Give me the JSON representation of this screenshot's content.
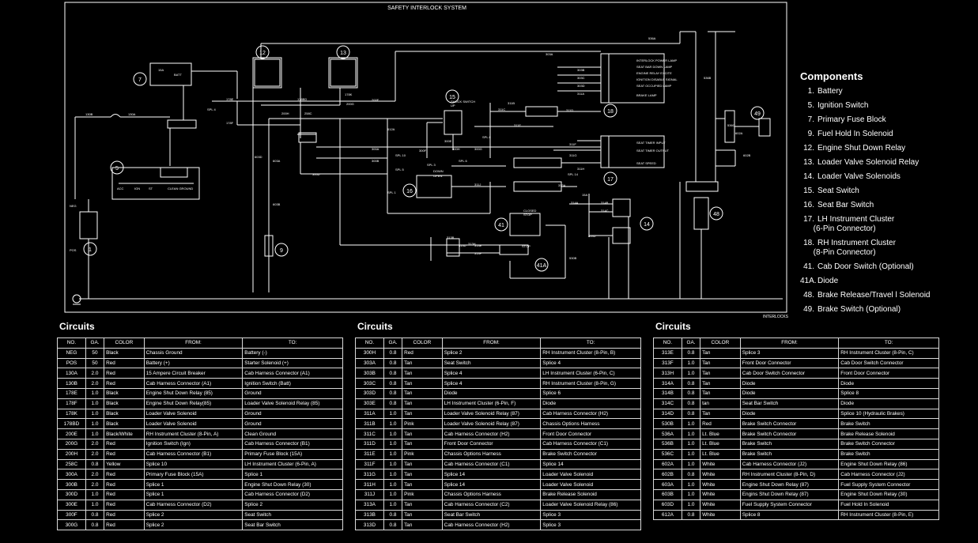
{
  "diagram": {
    "title": "SAFETY INTERLOCK SYSTEM",
    "corner_label": "INTERLOCKS",
    "callouts": [
      "1",
      "5",
      "7",
      "9",
      "12",
      "13",
      "14",
      "15",
      "16",
      "17",
      "18",
      "41",
      "41A",
      "48",
      "49"
    ],
    "wire_labels": [
      "NEG",
      "POS",
      "130A",
      "130B",
      "178E",
      "178F",
      "178K",
      "178BD",
      "200E",
      "200G",
      "200H",
      "258C",
      "300A",
      "300B",
      "300D",
      "300E",
      "300F",
      "300G",
      "300H",
      "303A",
      "303B",
      "303C",
      "303D",
      "311A",
      "311B",
      "311C",
      "311D",
      "311E",
      "311F",
      "311G",
      "311H",
      "311J",
      "313A",
      "313B",
      "313D",
      "313E",
      "313F",
      "313H",
      "314A",
      "314B",
      "314C",
      "314D",
      "530B",
      "536A",
      "536B",
      "536C",
      "602A",
      "602B",
      "603A",
      "603B",
      "603D",
      "612A",
      "SPL 1",
      "SPL 3",
      "SPL 4",
      "SPL 5",
      "SPL 6",
      "SPL 8",
      "SPL 10",
      "SPL 14",
      "15A",
      "15A",
      "BATT",
      "ACC",
      "IGN",
      "ST",
      "CLEAN GROUND",
      "INTERLOCK POWER LAMP",
      "SEAT BAR DOWN LAMP",
      "ENGINE RELAY EXCITE",
      "IGNITION DISABLE SIGNAL",
      "SEAT OCCUPIED LAMP",
      "BRAKE LAMP",
      "SEAT TIMER INPUT",
      "SEAT TIMER OUTPUT",
      "SEAT SPEED",
      "SHOCK SWITCH",
      "UP",
      "DOWN",
      "OPEN",
      "CLOSED",
      "STOP",
      "STOP"
    ]
  },
  "components": {
    "title": "Components",
    "items": [
      {
        "num": "1.",
        "label": "Battery"
      },
      {
        "num": "5.",
        "label": "Ignition Switch"
      },
      {
        "num": "7.",
        "label": "Primary Fuse Block"
      },
      {
        "num": "9.",
        "label": "Fuel Hold In Solenoid"
      },
      {
        "num": "12.",
        "label": "Engine Shut Down Relay"
      },
      {
        "num": "13.",
        "label": "Loader Valve Solenoid Relay"
      },
      {
        "num": "14.",
        "label": "Loader Valve Solenoids"
      },
      {
        "num": "15.",
        "label": "Seat Switch"
      },
      {
        "num": "16.",
        "label": "Seat Bar Switch"
      },
      {
        "num": "17.",
        "label": "LH Instrument Cluster\n(6-Pin Connector)"
      },
      {
        "num": "18.",
        "label": "RH Instrument Cluster\n(8-Pin Connector)"
      },
      {
        "num": "41.",
        "label": "Cab Door Switch (Optional)"
      },
      {
        "num": "41A.",
        "label": "Diode"
      },
      {
        "num": "48.",
        "label": "Brake Release/Travel l Solenoid"
      },
      {
        "num": "49.",
        "label": "Brake Switch (Optional)"
      }
    ]
  },
  "circuits_title": "Circuits",
  "columns": [
    "NO.",
    "GA.",
    "COLOR",
    "FROM:",
    "TO:"
  ],
  "tables": [
    {
      "rows": [
        [
          "NEG",
          "50",
          "Black",
          "Chassis Ground",
          "Battery (-)"
        ],
        [
          "POS",
          "50",
          "Red",
          "Battery (+)",
          "Starter Solenoid (+)"
        ],
        [
          "130A",
          "2.0",
          "Red",
          "15 Ampere Circuit Breaker",
          "Cab Harness Connector (A1)"
        ],
        [
          "130B",
          "2.0",
          "Red",
          "Cab Harness Connector (A1)",
          "Ignition Switch (Batt)"
        ],
        [
          "178E",
          "1.0",
          "Black",
          "Engine Shut Down Relay (85)",
          "Ground"
        ],
        [
          "178F",
          "1.0",
          "Black",
          "Engine Shut Down Relay(85)",
          "Loader Valve Solenoid Relay (85)"
        ],
        [
          "178K",
          "1.0",
          "Black",
          "Loader Valve Solenoid",
          "Ground"
        ],
        [
          "178BD",
          "1.0",
          "Black",
          "Loader Valve Solenoid",
          "Ground"
        ],
        [
          "200E",
          "1.0",
          "Black/White",
          "RH Instrument Cluster (8-Pin, A)",
          "Clean Ground"
        ],
        [
          "200G",
          "2.0",
          "Red",
          "Ignition Switch (Ign)",
          "Cab Harness Connector (B1)"
        ],
        [
          "200H",
          "2.0",
          "Red",
          "Cab Harness Connector (B1)",
          "Primary Fuse Block (15A)"
        ],
        [
          "258C",
          "0.8",
          "Yellow",
          "Splice 10",
          "LH Instrument Cluster (6-Pin, A)"
        ],
        [
          "300A",
          "2.0",
          "Red",
          "Primary Fuse Block (15A)",
          "Splice 1"
        ],
        [
          "300B",
          "2.0",
          "Red",
          "Splice 1",
          "Engine Shut Down Relay (30)"
        ],
        [
          "300D",
          "1.0",
          "Red",
          "Splice 1",
          "Cab Harness Connector (D2)"
        ],
        [
          "300E",
          "1.0",
          "Red",
          "Cab Harness Connector (D2)",
          "Splice 2"
        ],
        [
          "300F",
          "0.8",
          "Red",
          "Splice 2",
          "Seat Switch"
        ],
        [
          "300G",
          "0.8",
          "Red",
          "Splice 2",
          "Seat Bar Switch"
        ]
      ]
    },
    {
      "rows": [
        [
          "300H",
          "0.8",
          "Red",
          "Splice 2",
          "RH Instrument Cluster (8-Pin, B)"
        ],
        [
          "303A",
          "0.8",
          "Tan",
          "Seat Switch",
          "Splice 4"
        ],
        [
          "303B",
          "0.8",
          "Tan",
          "Splice 4",
          "LH Instrument Cluster (6-Pin, C)"
        ],
        [
          "303C",
          "0.8",
          "Tan",
          "Splice 4",
          "RH Instrument Cluster (8-Pin, G)"
        ],
        [
          "303D",
          "0.8",
          "Tan",
          "Diode",
          "Splice 6"
        ],
        [
          "303E",
          "0.8",
          "Tan",
          "LH Instrument Cluster (6-Pin, F)",
          "Diode"
        ],
        [
          "311A",
          "1.0",
          "Tan",
          "Loader Valve Solenoid Relay (87)",
          "Cab Harness Connector (H2)"
        ],
        [
          "311B",
          "1.0",
          "Pink",
          "Loader Valve Solenoid Relay (87)",
          "Chassis Options Harness"
        ],
        [
          "311C",
          "1.0",
          "Tan",
          "Cab Harness Connector (H2)",
          "Front Door Connector"
        ],
        [
          "311D",
          "1.0",
          "Tan",
          "Front Door Connector",
          "Cab Harness Connector (C1)"
        ],
        [
          "311E",
          "1.0",
          "Pink",
          "Chassis Options Harness",
          "Brake Switch Connector"
        ],
        [
          "311F",
          "1.0",
          "Tan",
          "Cab Harness Connector (C1)",
          "Splice 14"
        ],
        [
          "311G",
          "1.0",
          "Tan",
          "Splice 14",
          "Loader Valve Solenoid"
        ],
        [
          "311H",
          "1.0",
          "Tan",
          "Splice 14",
          "Loader Valve Solenoid"
        ],
        [
          "311J",
          "1.0",
          "Pink",
          "Chassis Options Harness",
          "Brake Release Solenoid"
        ],
        [
          "313A",
          "1.0",
          "Tan",
          "Cab Harness Connector (C2)",
          "Loader Valve Solenoid Relay (86)"
        ],
        [
          "313B",
          "0.8",
          "Tan",
          "Seat Bar Switch",
          "Splice 3"
        ],
        [
          "313D",
          "0.8",
          "Tan",
          "Cab Harness Connector (H2)",
          "Splice 3"
        ]
      ]
    },
    {
      "rows": [
        [
          "313E",
          "0.8",
          "Tan",
          "Splice 3",
          "RH Instrument Cluster (8-Pin, C)"
        ],
        [
          "313F",
          "1.0",
          "Tan",
          "Front Door Connector",
          "Cab Door Switch Connector"
        ],
        [
          "313H",
          "1.0",
          "Tan",
          "Cab Door Switch Connector",
          "Front Door Connector"
        ],
        [
          "314A",
          "0.8",
          "Tan",
          "Diode",
          "Diode"
        ],
        [
          "314B",
          "0.8",
          "Tan",
          "Diode",
          "Splice 8"
        ],
        [
          "314C",
          "0.8",
          "tan",
          "Seat Bar Switch",
          "Diode"
        ],
        [
          "314D",
          "0.8",
          "Tan",
          "Diode",
          "Splice 10 (Hydraulic Brakes)"
        ],
        [
          "530B",
          "1.0",
          "Red",
          "Brake Switch Connector",
          "Brake Switch"
        ],
        [
          "536A",
          "1.0",
          "Lt. Blue",
          "Brake Switch Connector",
          "Brake Release Solenoid"
        ],
        [
          "536B",
          "1.0",
          "Lt. Blue",
          "Brake Switch",
          "Brake Switch Connector"
        ],
        [
          "536C",
          "1.0",
          "Lt. Blue",
          "Brake Switch",
          "Brake Switch"
        ],
        [
          "602A",
          "1.0",
          "White",
          "Cab Harness Connector (J2)",
          "Engine Shut Down Relay (86)"
        ],
        [
          "602B",
          "0.8",
          "White",
          "RH Instrument Cluster (8-Pin, D)",
          "Cab Harness Connector (J2)"
        ],
        [
          "603A",
          "1.0",
          "White",
          "Engine Shut Down Relay (87)",
          "Fuel Supply System Connector"
        ],
        [
          "603B",
          "1.0",
          "White",
          "Engins Shut Down Relay (87)",
          "Engine Shut Down Relay (30)"
        ],
        [
          "603D",
          "1.0",
          "White",
          "Fuel Supply System Connector",
          "Fuel Hold In Solenoid"
        ],
        [
          "612A",
          "0.8",
          "White",
          "Splice 8",
          "RH Instrument Cluster (8-Pin, E)"
        ]
      ]
    }
  ]
}
